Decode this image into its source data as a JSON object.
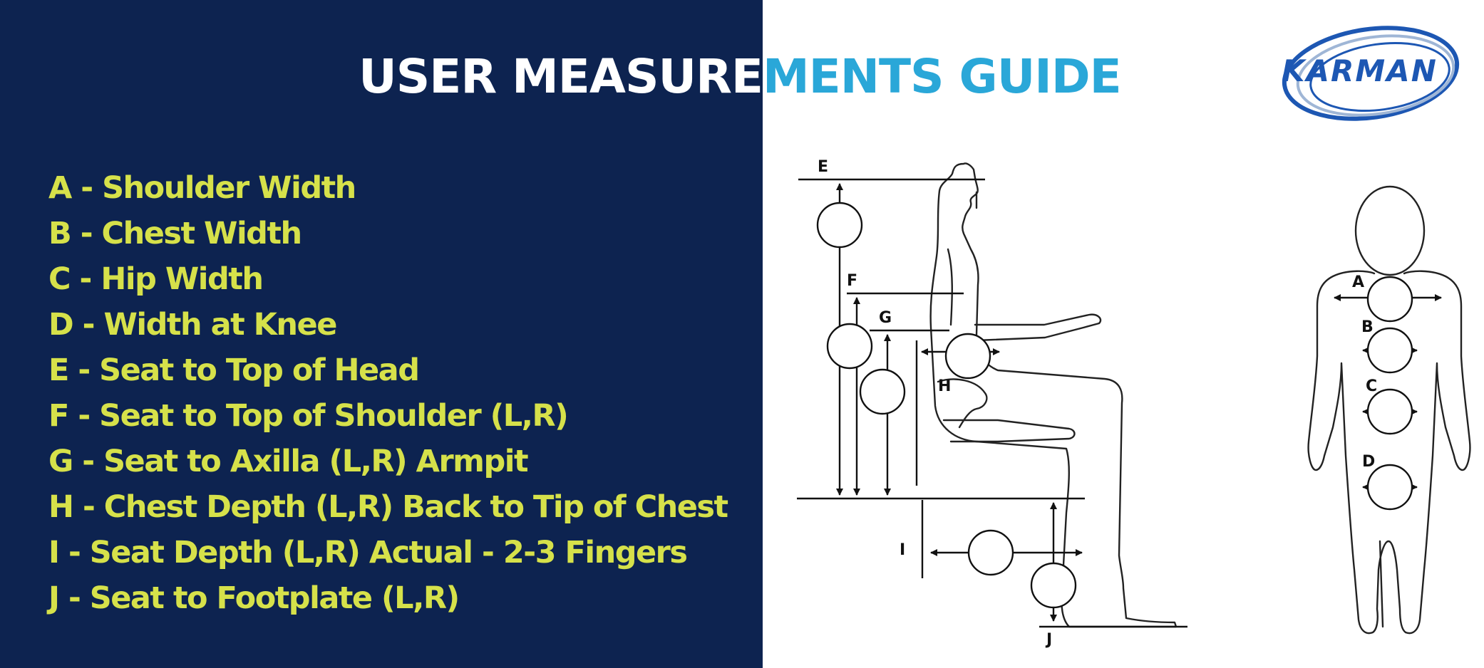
{
  "title": {
    "part1": "USER MEASURE",
    "part2": "MENTS GUIDE"
  },
  "logo": {
    "text": "KARMAN"
  },
  "legend": [
    "A - Shoulder Width",
    "B - Chest Width",
    "C - Hip Width",
    "D - Width at Knee",
    "E - Seat to Top of Head",
    "F - Seat to Top of Shoulder (L,R)",
    "G - Seat to Axilla (L,R) Armpit",
    "H - Chest Depth (L,R) Back to Tip of Chest",
    "I - Seat Depth (L,R) Actual - 2-3 Fingers",
    "J - Seat to Footplate (L,R)"
  ],
  "diagram_labels": {
    "e": "E",
    "f": "F",
    "g": "G",
    "h": "H",
    "i": "I",
    "j": "J",
    "a": "A",
    "b": "B",
    "c": "C",
    "d": "D"
  },
  "colors": {
    "navy": "#0d2350",
    "legend": "#d6e14a",
    "accent": "#2aa7d8",
    "logo": "#1d57b3"
  }
}
